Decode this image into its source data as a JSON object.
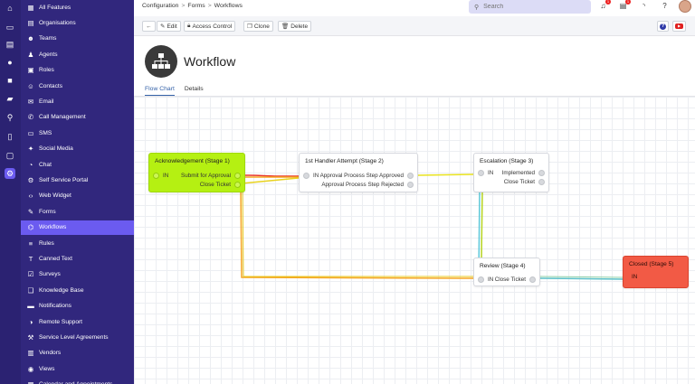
{
  "sidebar": {
    "items": [
      {
        "label": "All Features",
        "icon": "grid-icon",
        "glyph": "▦"
      },
      {
        "label": "Organisations",
        "icon": "building-icon",
        "glyph": "▤"
      },
      {
        "label": "Teams",
        "icon": "team-icon",
        "glyph": "☻"
      },
      {
        "label": "Agents",
        "icon": "agent-icon",
        "glyph": "♟"
      },
      {
        "label": "Roles",
        "icon": "roles-icon",
        "glyph": "▣"
      },
      {
        "label": "Contacts",
        "icon": "contacts-icon",
        "glyph": "☺"
      },
      {
        "label": "Email",
        "icon": "email-icon",
        "glyph": "✉"
      },
      {
        "label": "Call Management",
        "icon": "phone-icon",
        "glyph": "✆"
      },
      {
        "label": "SMS",
        "icon": "sms-icon",
        "glyph": "▭"
      },
      {
        "label": "Social Media",
        "icon": "social-icon",
        "glyph": "✦"
      },
      {
        "label": "Chat",
        "icon": "chat-icon",
        "glyph": "◔"
      },
      {
        "label": "Self Service Portal",
        "icon": "portal-icon",
        "glyph": "⚙"
      },
      {
        "label": "Web Widget",
        "icon": "code-icon",
        "glyph": "‹›"
      },
      {
        "label": "Forms",
        "icon": "forms-icon",
        "glyph": "✎"
      },
      {
        "label": "Workflows",
        "icon": "workflow-icon",
        "glyph": "⌬"
      },
      {
        "label": "Rules",
        "icon": "rules-icon",
        "glyph": "≡"
      },
      {
        "label": "Canned Text",
        "icon": "text-icon",
        "glyph": "T"
      },
      {
        "label": "Surveys",
        "icon": "survey-icon",
        "glyph": "☑"
      },
      {
        "label": "Knowledge Base",
        "icon": "book-icon",
        "glyph": "❑"
      },
      {
        "label": "Notifications",
        "icon": "notification-icon",
        "glyph": "▬"
      },
      {
        "label": "Remote Support",
        "icon": "remote-icon",
        "glyph": "◑"
      },
      {
        "label": "Service Level Agreements",
        "icon": "sla-icon",
        "glyph": "⚒"
      },
      {
        "label": "Vendors",
        "icon": "vendor-icon",
        "glyph": "▥"
      },
      {
        "label": "Views",
        "icon": "eye-icon",
        "glyph": "◉"
      },
      {
        "label": "Calendar and Appointments",
        "icon": "calendar-icon",
        "glyph": "▦"
      }
    ],
    "active": "Workflows"
  },
  "rail": [
    {
      "icon": "home-icon",
      "glyph": "⌂"
    },
    {
      "icon": "monitor-icon",
      "glyph": "▭"
    },
    {
      "icon": "inbox-icon",
      "glyph": "▤"
    },
    {
      "icon": "user-icon",
      "glyph": "●"
    },
    {
      "icon": "box-icon",
      "glyph": "■"
    },
    {
      "icon": "folder-icon",
      "glyph": "▰"
    },
    {
      "icon": "search-icon",
      "glyph": "⚲"
    },
    {
      "icon": "document-icon",
      "glyph": "▯"
    },
    {
      "icon": "screen-icon",
      "glyph": "▢"
    },
    {
      "icon": "settings-icon",
      "glyph": "⚙"
    }
  ],
  "breadcrumbs": [
    "Configuration",
    "Forms",
    "Workflows"
  ],
  "search": {
    "placeholder": "Search"
  },
  "badges": {
    "notifications": "1",
    "tasks": "1"
  },
  "toolbar": {
    "back": "←",
    "edit": "Edit",
    "access_control": "Access Control",
    "clone": "Clone",
    "delete": "Delete"
  },
  "header": {
    "title": "Workflow"
  },
  "tabs": [
    "Flow Chart",
    "Details"
  ],
  "flow": {
    "in_label": "IN",
    "stages": [
      {
        "title": "Acknowledgement (Stage 1)",
        "outputs": [
          "Submit for Approval",
          "Close Ticket"
        ],
        "color": "#b5f012"
      },
      {
        "title": "1st Handler Attempt (Stage 2)",
        "outputs": [
          "Approval Process Step Approved",
          "Approval Process Step Rejected"
        ],
        "color": "#ffffff"
      },
      {
        "title": "Escalation (Stage 3)",
        "outputs": [
          "Implemented",
          "Close Ticket"
        ],
        "color": "#ffffff"
      },
      {
        "title": "Review (Stage 4)",
        "outputs": [
          "Close Ticket"
        ],
        "color": "#ffffff"
      },
      {
        "title": "Closed (Stage 5)",
        "outputs": [],
        "color": "#f25a45"
      }
    ]
  },
  "colors": {
    "sidebar_bg": "#31277d",
    "rail_bg": "#2b2272",
    "active_item": "#6b5bf0",
    "accent_tab": "#3562a8"
  }
}
